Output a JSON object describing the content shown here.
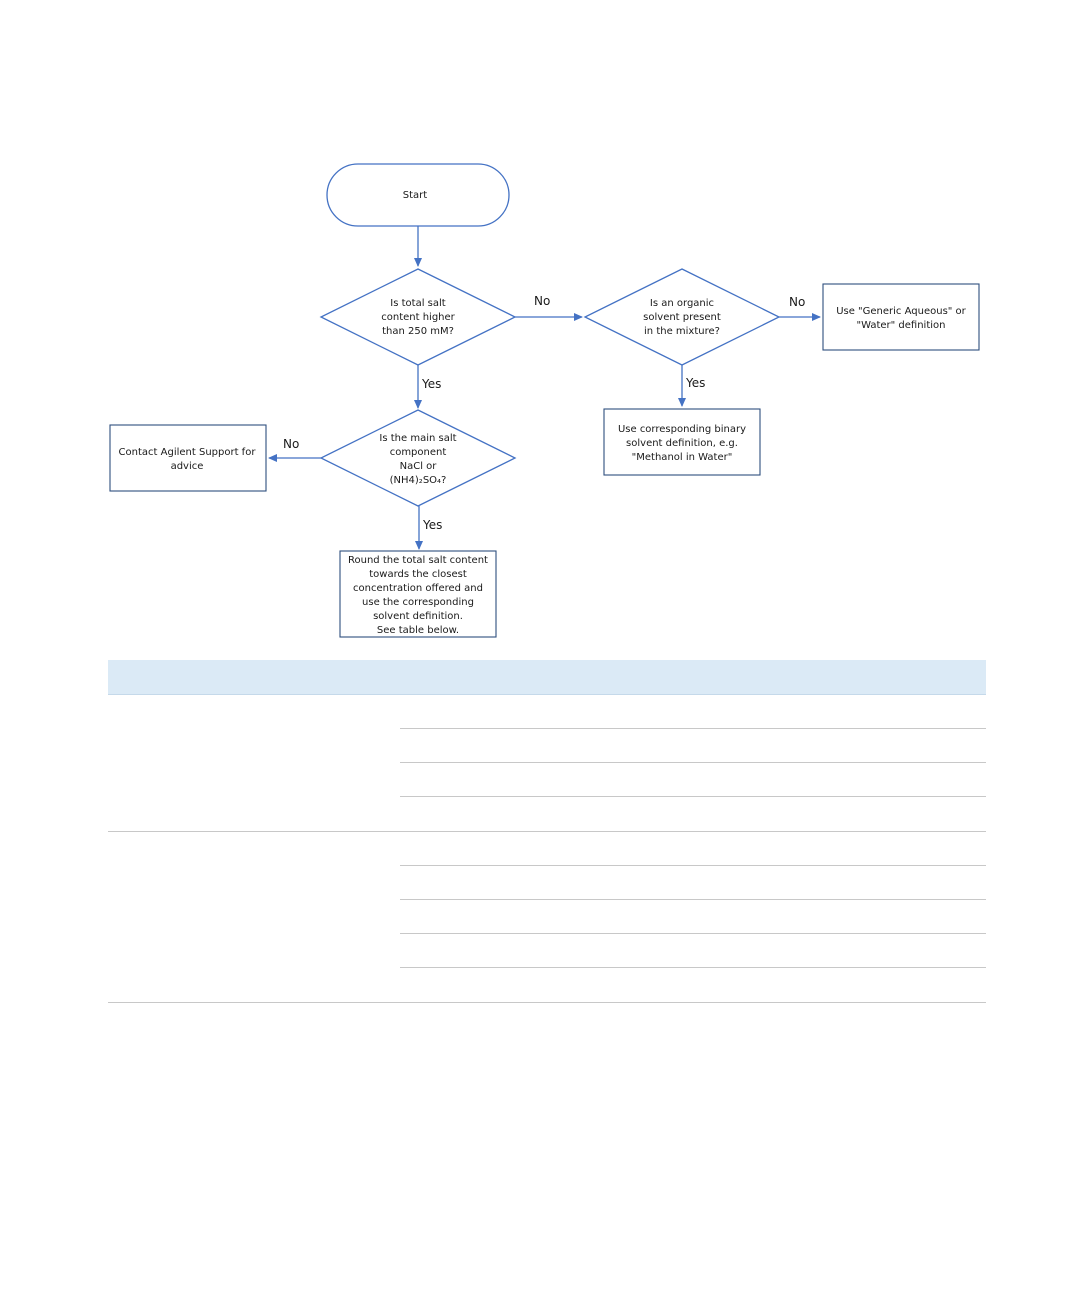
{
  "diagram": {
    "nodes": {
      "start": {
        "lines": [
          "Start"
        ]
      },
      "q_salt": {
        "lines": [
          "Is total salt",
          "content higher",
          "than 250 mM?"
        ]
      },
      "q_organic": {
        "lines": [
          "Is an organic",
          "solvent present",
          "in the mixture?"
        ]
      },
      "generic": {
        "lines": [
          "Use \"Generic Aqueous\" or",
          "\"Water\" definition"
        ]
      },
      "binary": {
        "lines": [
          "Use corresponding binary",
          "solvent definition, e.g.",
          "\"Methanol in Water\""
        ]
      },
      "q_main": {
        "lines": [
          "Is the main salt",
          "component",
          "NaCl or",
          "(NH4)₂SO₄?"
        ]
      },
      "support": {
        "lines": [
          "Contact Agilent Support for",
          "advice"
        ]
      },
      "round": {
        "lines": [
          "Round the total salt content",
          "towards the closest",
          "concentration offered and",
          "use the corresponding",
          "solvent definition.",
          "See table below."
        ]
      }
    },
    "edge_labels": {
      "no_1": "No",
      "no_2": "No",
      "no_3": "No",
      "yes_1": "Yes",
      "yes_2": "Yes",
      "yes_3": "Yes"
    }
  },
  "table": {
    "header": "",
    "groups": [
      {
        "label": "",
        "rows": [
          "",
          "",
          "",
          ""
        ]
      },
      {
        "label": "",
        "rows": [
          "",
          "",
          "",
          "",
          ""
        ]
      }
    ]
  },
  "colors": {
    "line": "#4472c4",
    "box_border": "#2f4f7f",
    "table_header": "#dbeaf6"
  }
}
